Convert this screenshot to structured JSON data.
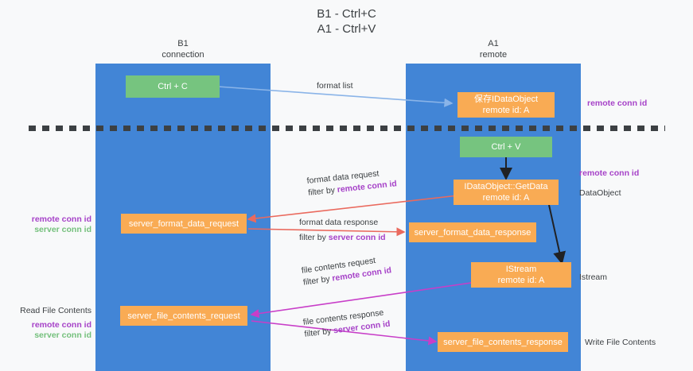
{
  "title": {
    "line1": "B1 - Ctrl+C",
    "line2": "A1 - Ctrl+V"
  },
  "columns": [
    {
      "name": "B1",
      "sub": "connection"
    },
    {
      "name": "A1",
      "sub": "remote"
    }
  ],
  "nodes": {
    "ctrl_c": {
      "label": "Ctrl + C"
    },
    "save_dataobject": {
      "line1": "保存IDataObject",
      "line2": "remote id: A"
    },
    "ctrl_v": {
      "label": "Ctrl + V"
    },
    "getdata": {
      "line1": "IDataObject::GetData",
      "line2": "remote id: A"
    },
    "fmt_req": {
      "label": "server_format_data_request"
    },
    "fmt_res": {
      "label": "server_format_data_response"
    },
    "istream": {
      "line1": "IStream",
      "line2": "remote id: A"
    },
    "file_req": {
      "label": "server_file_contents_request"
    },
    "file_res": {
      "label": "server_file_contents_response"
    }
  },
  "edge_labels": {
    "format_list": "format list",
    "fmt_req_l1": "format data request",
    "fmt_req_l2_prefix": "filter by ",
    "fmt_req_l2_key": "remote conn id",
    "fmt_res_l1": "format data response",
    "fmt_res_l2_prefix": "filter by ",
    "fmt_res_l2_key": "server conn id",
    "file_req_l1": "file contents request",
    "file_req_l2_prefix": "filter by ",
    "file_req_l2_key": "remote conn id",
    "file_res_l1": "file contents response",
    "file_res_l2_prefix": "filter by ",
    "file_res_l2_key": "server conn id"
  },
  "annotations": {
    "right_remote_conn_top": "remote conn id",
    "right_remote_conn_mid": "remote conn id",
    "right_dataobject": "DataObject",
    "right_istream": "Istream",
    "right_write_file": "Write File Contents",
    "left_remote_conn": "remote conn id",
    "left_server_conn": "server conn id",
    "left_read_file": "Read File Contents",
    "left_remote_conn2": "remote conn id",
    "left_server_conn2": "server conn id"
  },
  "colors": {
    "lane": "#4285d6",
    "green_node": "#76c47f",
    "orange_node": "#f9ab54",
    "purple": "#a642c8",
    "green_text": "#74c07c",
    "arrow_blue": "#8ab4e8",
    "arrow_red": "#ea6a5e",
    "arrow_magenta": "#c83ec8",
    "arrow_black": "#202124",
    "background": "#f8f9fa",
    "text": "#3c4043"
  }
}
